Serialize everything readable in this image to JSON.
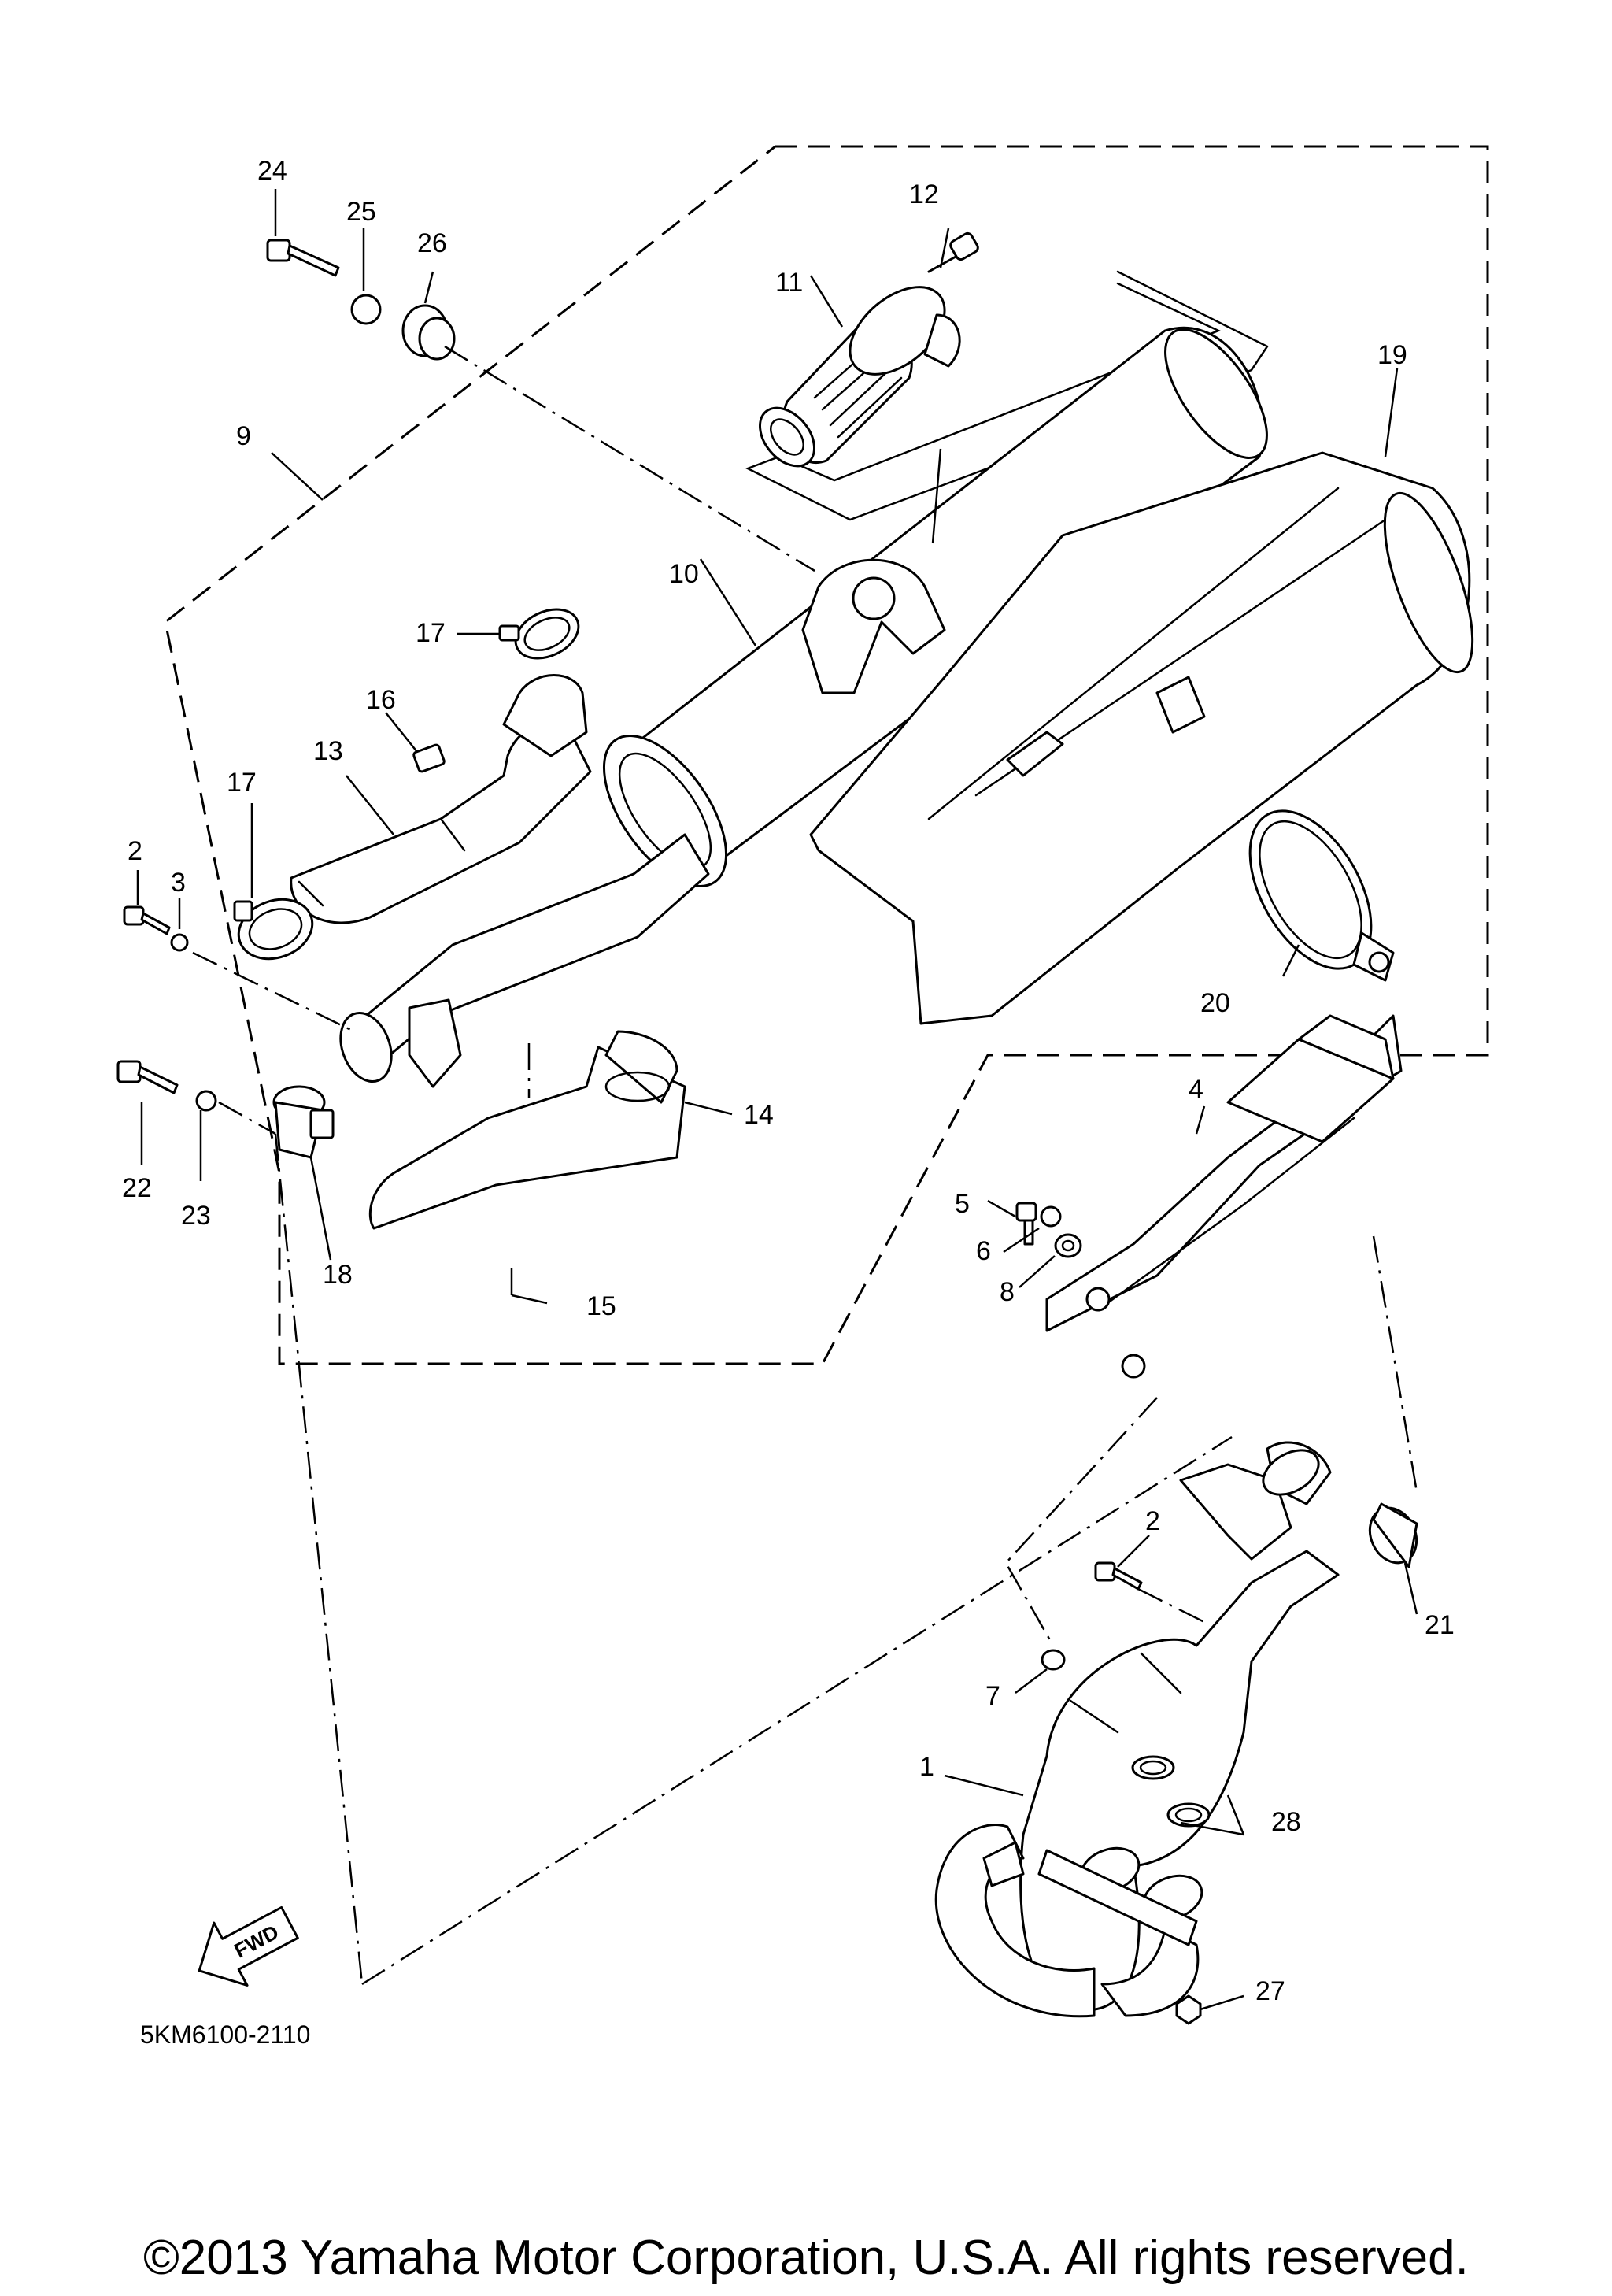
{
  "callouts": {
    "c1": "1",
    "c2a": "2",
    "c2b": "2",
    "c3": "3",
    "c4": "4",
    "c5": "5",
    "c6": "6",
    "c7": "7",
    "c8": "8",
    "c9": "9",
    "c10": "10",
    "c11": "11",
    "c12": "12",
    "c13": "13",
    "c14": "14",
    "c15": "15",
    "c16": "16",
    "c17a": "17",
    "c17b": "17",
    "c18": "18",
    "c19": "19",
    "c20": "20",
    "c21": "21",
    "c22": "22",
    "c23": "23",
    "c24": "24",
    "c25": "25",
    "c26": "26",
    "c27": "27",
    "c28": "28"
  },
  "direction_marker": "FWD",
  "diagram_code": "5KM6100-2110",
  "copyright": "©2013 Yamaha Motor Corporation, U.S.A. All rights reserved."
}
